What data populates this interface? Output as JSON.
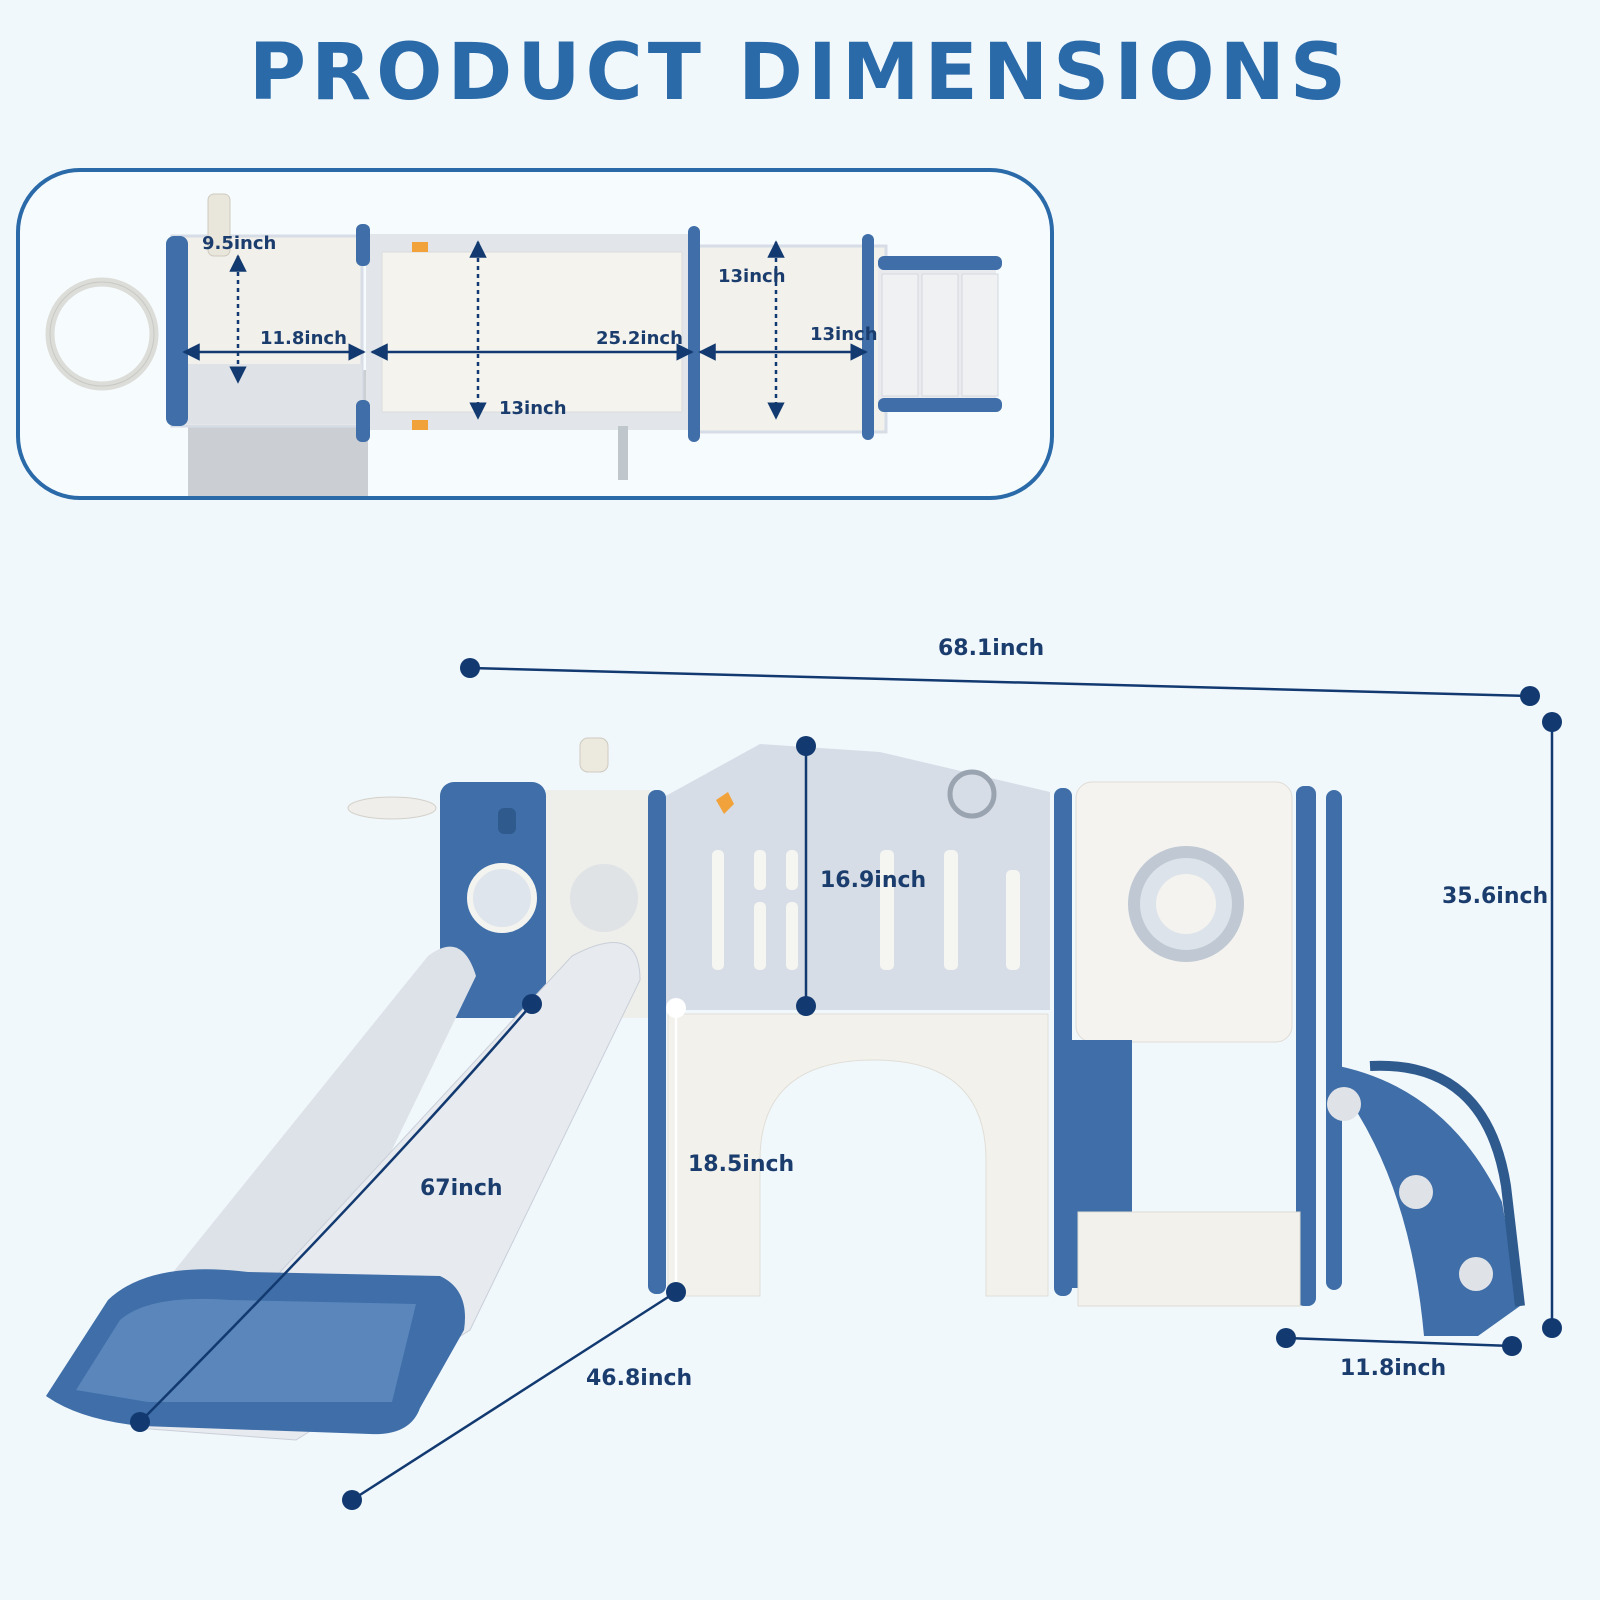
{
  "title": "PRODUCT DIMENSIONS",
  "colors": {
    "title": "#2a6aa8",
    "dimension_line": "#123a70",
    "product_blue": "#3f6ea8",
    "product_grey": "#d6dde6",
    "product_white": "#f2f1ec",
    "background": "#f1f8fc"
  },
  "top_view": {
    "labels": {
      "height_a": "9.5inch",
      "width_a": "11.8inch",
      "width_b": "25.2inch",
      "depth_b": "13inch",
      "depth_c": "13inch",
      "width_c": "13inch"
    }
  },
  "front_view": {
    "labels": {
      "overall_length": "68.1inch",
      "overall_height": "35.6inch",
      "wall_height": "16.9inch",
      "platform_height": "18.5inch",
      "slide_length": "67inch",
      "overall_depth": "46.8inch",
      "step_depth": "11.8inch"
    }
  }
}
